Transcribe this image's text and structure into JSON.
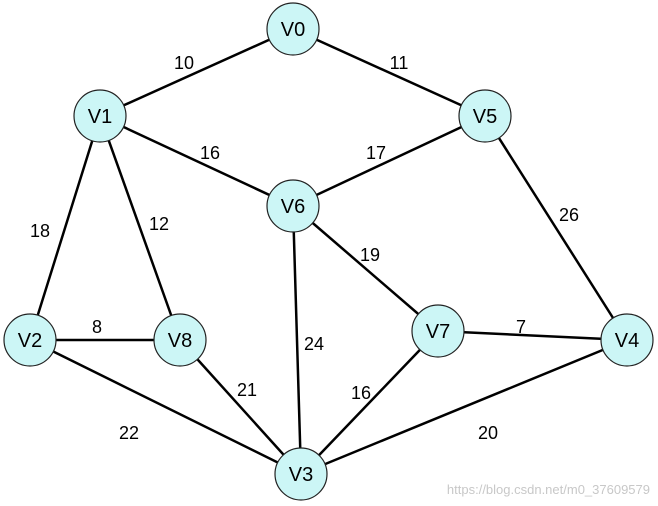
{
  "graph": {
    "colors": {
      "node_fill": "#ccf6f6",
      "node_stroke": "#222222",
      "edge": "#000000",
      "text": "#000000",
      "watermark": "#c8c8c8"
    },
    "nodes": [
      {
        "id": "V0",
        "label": "V0"
      },
      {
        "id": "V1",
        "label": "V1"
      },
      {
        "id": "V5",
        "label": "V5"
      },
      {
        "id": "V6",
        "label": "V6"
      },
      {
        "id": "V2",
        "label": "V2"
      },
      {
        "id": "V8",
        "label": "V8"
      },
      {
        "id": "V7",
        "label": "V7"
      },
      {
        "id": "V4",
        "label": "V4"
      },
      {
        "id": "V3",
        "label": "V3"
      }
    ],
    "edges": [
      {
        "from": "V0",
        "to": "V1",
        "weight": "10"
      },
      {
        "from": "V0",
        "to": "V5",
        "weight": "11"
      },
      {
        "from": "V1",
        "to": "V6",
        "weight": "16"
      },
      {
        "from": "V5",
        "to": "V6",
        "weight": "17"
      },
      {
        "from": "V1",
        "to": "V2",
        "weight": "18"
      },
      {
        "from": "V1",
        "to": "V8",
        "weight": "12"
      },
      {
        "from": "V5",
        "to": "V4",
        "weight": "26"
      },
      {
        "from": "V6",
        "to": "V7",
        "weight": "19"
      },
      {
        "from": "V6",
        "to": "V3",
        "weight": "24"
      },
      {
        "from": "V2",
        "to": "V8",
        "weight": "8"
      },
      {
        "from": "V7",
        "to": "V4",
        "weight": "7"
      },
      {
        "from": "V8",
        "to": "V3",
        "weight": "21"
      },
      {
        "from": "V7",
        "to": "V3",
        "weight": "16"
      },
      {
        "from": "V2",
        "to": "V3",
        "weight": "22"
      },
      {
        "from": "V4",
        "to": "V3",
        "weight": "20"
      }
    ]
  },
  "watermark": {
    "text": "https://blog.csdn.net/m0_37609579"
  }
}
